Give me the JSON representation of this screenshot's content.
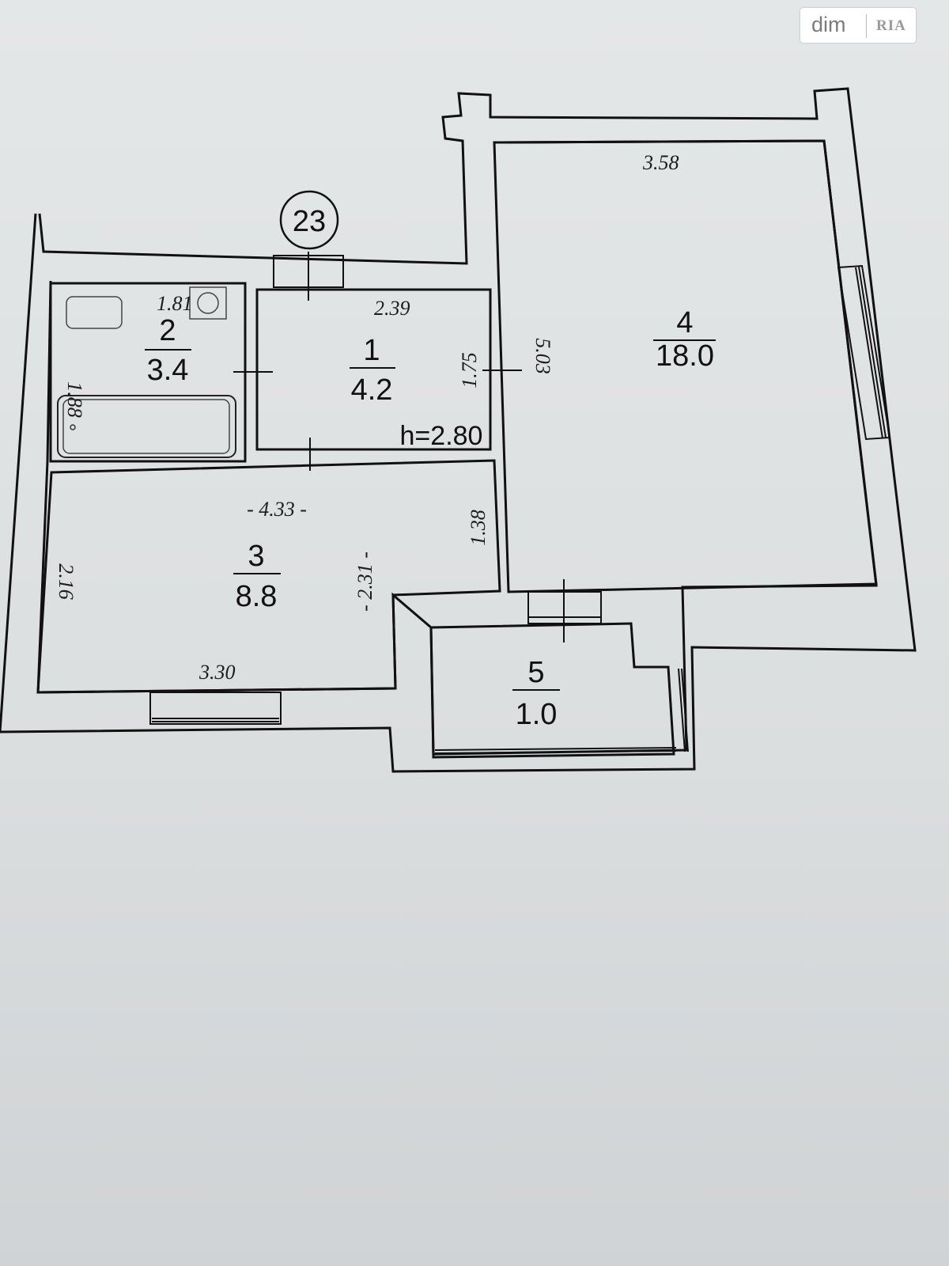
{
  "logo": {
    "part1": "dim",
    "part2": "RIA"
  },
  "apartment_number": "23",
  "rooms": [
    {
      "id": "1",
      "area": "4.2"
    },
    {
      "id": "2",
      "area": "3.4"
    },
    {
      "id": "3",
      "area": "8.8"
    },
    {
      "id": "4",
      "area": "18.0"
    },
    {
      "id": "5",
      "area": "1.0"
    }
  ],
  "ceiling_height": "h=2.80",
  "dimensions": {
    "bath_width": "1.81",
    "bath_depth": "1.88",
    "hall_width": "2.39",
    "hall_depth": "1.75",
    "room4_width": "3.58",
    "room4_depth": "5.03",
    "kitchen_top": "- 4.33 -",
    "kitchen_left": "2.16",
    "kitchen_mid": "- 2.31 -",
    "kitchen_right": "1.38",
    "kitchen_bottom": "3.30"
  }
}
